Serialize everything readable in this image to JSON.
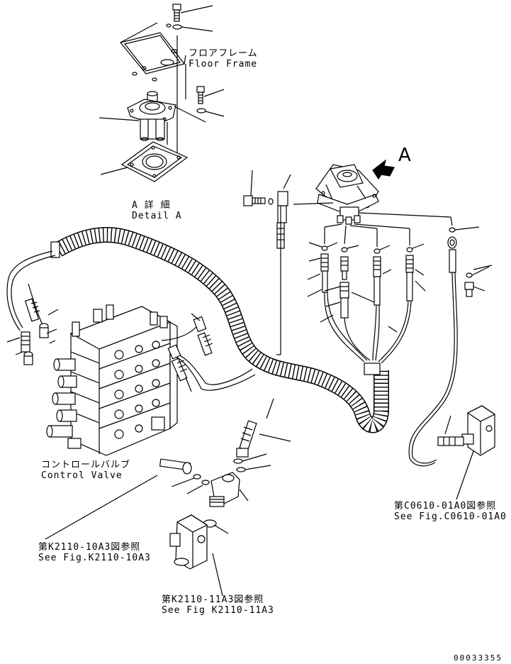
{
  "labels": {
    "floor_frame_jp": "フロアフレーム",
    "floor_frame_en": "Floor Frame",
    "detail_a_jp": "A 詳 細",
    "detail_a_en": "Detail A",
    "view_letter": "A",
    "control_valve_jp": "コントロールバルブ",
    "control_valve_en": "Control Valve",
    "ref_c0610_jp": "第C0610-01A0図参照",
    "ref_c0610_en": "See Fig.C0610-01A0",
    "ref_k2110_10_jp": "第K2110-10A3図参照",
    "ref_k2110_10_en": "See Fig.K2110-10A3",
    "ref_k2110_11_jp": "第K2110-11A3図参照",
    "ref_k2110_11_en": "See Fig K2110-11A3",
    "drawing_number": "00033355"
  }
}
